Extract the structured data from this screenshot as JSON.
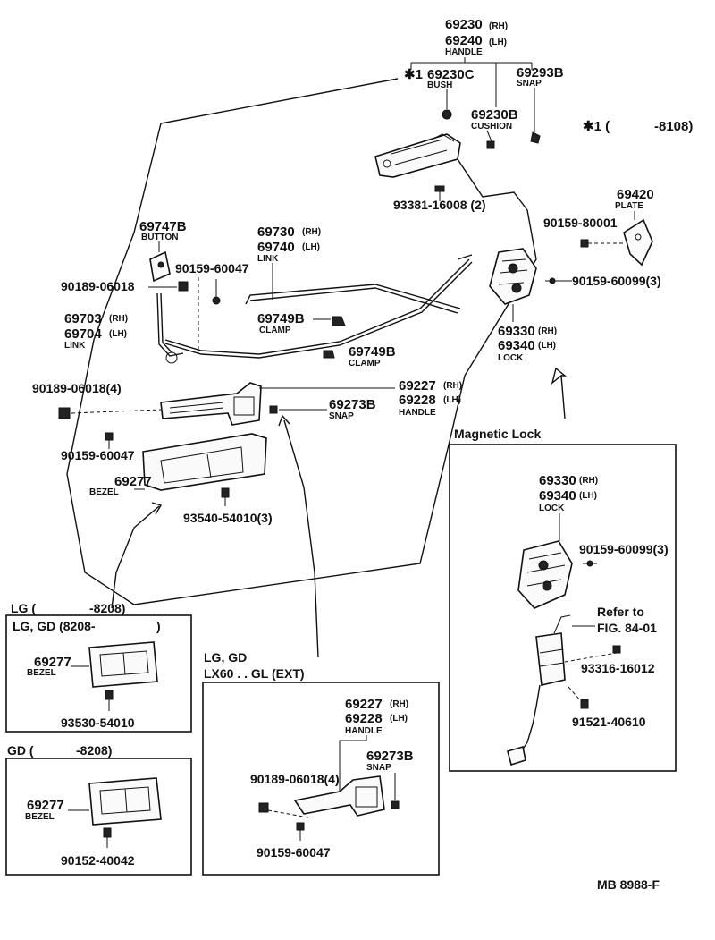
{
  "labels": {
    "h69230": "69230",
    "h69230_rh": "(RH)",
    "h69240": "69240",
    "h69240_lh": "(LH)",
    "h_handle": "HANDLE",
    "b_mark": "✱1",
    "b69230c": "69230C",
    "b_bush": "BUSH",
    "s69293b": "69293B",
    "s_snap": "SNAP",
    "c69230b": "69230B",
    "c_cushion": "CUSHION",
    "note_mark": "✱1 (",
    "note_date": "-8108)",
    "sc93381": "93381-16008 (2)",
    "p69420": "69420",
    "p_plate": "PLATE",
    "sc90159_80001": "90159-80001",
    "b69747b": "69747B",
    "b_button": "BUTTON",
    "l69730": "69730",
    "l69730_rh": "(RH)",
    "l69740": "69740",
    "l69740_lh": "(LH)",
    "l_link": "LINK",
    "sc90159_60047a": "90159-60047",
    "sc90189_06018": "90189-06018",
    "sc90159_60099a": "90159-60099(3)",
    "k69749b_a": "69749B",
    "k_clamp_a": "CLAMP",
    "lk69703": "69703",
    "lk69703_rh": "(RH)",
    "lk69704": "69704",
    "lk69704_lh": "(LH)",
    "lk_link": "LINK",
    "k69749b_b": "69749B",
    "k_clamp_b": "CLAMP",
    "lo69330": "69330",
    "lo69330_rh": "(RH)",
    "lo69340": "69340",
    "lo69340_lh": "(LH)",
    "lo_lock": "LOCK",
    "sc90189_06018_4": "90189-06018(4)",
    "ih69227": "69227",
    "ih69227_rh": "(RH)",
    "ih69228": "69228",
    "ih69228_lh": "(LH)",
    "ih_handle": "HANDLE",
    "sn69273b": "69273B",
    "sn_snap": "SNAP",
    "sc90159_60047b": "90159-60047",
    "bz69277": "69277",
    "bz_bezel": "BEZEL",
    "sc93540": "93540-54010(3)",
    "mag_title": "Magnetic Lock",
    "m69330": "69330",
    "m69330_rh": "(RH)",
    "m69340": "69340",
    "m69340_lh": "(LH)",
    "m_lock": "LOCK",
    "m90159_60099": "90159-60099(3)",
    "m_refer1": "Refer to",
    "m_refer2": "FIG. 84-01",
    "m93316": "93316-16012",
    "m91521": "91521-40610",
    "lg_title_a": "LG (",
    "lg_title_b": "-8208)",
    "lggd_title": "LG, GD (8208-",
    "lggd_title_end": ")",
    "lggd_69277": "69277",
    "lggd_bezel": "BEZEL",
    "lggd_sc": "93530-54010",
    "gd_title": "GD (",
    "gd_title_b": "-8208)",
    "gd_69277": "69277",
    "gd_bezel": "BEZEL",
    "gd_sc": "90152-40042",
    "ext_title1": "LG, GD",
    "ext_title2": "LX60 . . GL (EXT)",
    "ext69227": "69227",
    "ext69227_rh": "(RH)",
    "ext69228": "69228",
    "ext69228_lh": "(LH)",
    "ext_handle": "HANDLE",
    "ext69273b": "69273B",
    "ext_snap": "SNAP",
    "ext90189": "90189-06018(4)",
    "ext90159": "90159-60047",
    "fig_code": "MB 8988-F"
  }
}
